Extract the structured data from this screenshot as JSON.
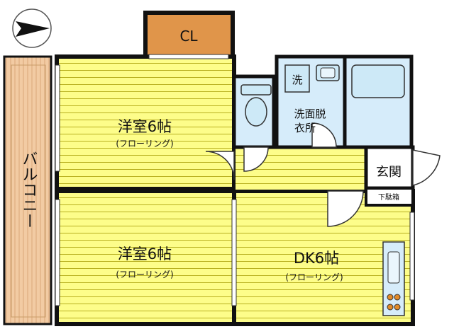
{
  "rooms": {
    "western_room_top": {
      "name": "洋室6帖",
      "floor": "(フローリング)"
    },
    "western_room_bottom": {
      "name": "洋室6帖",
      "floor": "(フローリング)"
    },
    "dk": {
      "name": "DK6帖",
      "floor": "(フローリング)"
    },
    "closet": {
      "name": "CL"
    },
    "balcony": {
      "name": "バルコニー"
    },
    "washroom": {
      "name_line1": "洗面脱",
      "name_line2": "衣所"
    },
    "washer": {
      "name": "洗"
    },
    "entrance": {
      "name": "玄関"
    },
    "shoe_box": {
      "name": "下駄箱"
    }
  },
  "colors": {
    "room_fill": "#fdfd8a",
    "room_stripe": "#b8b020",
    "wet_fill": "#d6ecfa",
    "closet_fill": "#e0954a",
    "balcony_fill": "#f2cba3",
    "wall": "#111111"
  }
}
